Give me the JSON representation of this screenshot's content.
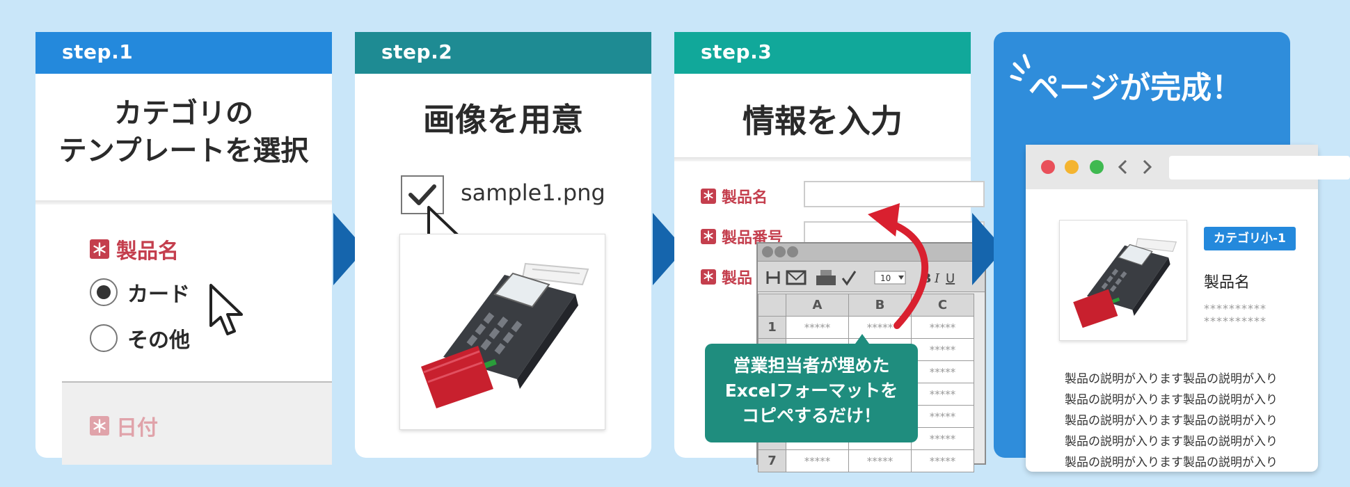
{
  "step1": {
    "header": "step.1",
    "title_line1": "カテゴリの",
    "title_line2": "テンプレートを選択",
    "required_mark": "＊",
    "field_label": "製品名",
    "radio_options": [
      "カード",
      "その他"
    ],
    "selected_option": "カード",
    "next_field_label": "日付"
  },
  "step2": {
    "header": "step.2",
    "title": "画像を用意",
    "file_name": "sample1.png"
  },
  "step3": {
    "header": "step.3",
    "title": "情報を入力",
    "required_mark": "＊",
    "fields": [
      "製品名",
      "製品番号",
      "製品"
    ],
    "excel": {
      "font_size_value": "10",
      "columns": [
        "A",
        "B",
        "C"
      ],
      "row_numbers": [
        "1",
        "",
        "",
        "",
        "",
        "",
        "7"
      ],
      "cell_mask": "*****"
    },
    "bubble_line1": "営業担当者が埋めた",
    "bubble_line2": "Excelフォーマットを",
    "bubble_line3": "コピペするだけ！"
  },
  "step4": {
    "title": "ページが完成！",
    "category_badge": "カテゴリ小-1",
    "product_name": "製品名",
    "mask_line1": "**********",
    "mask_line2": "**********",
    "description_lines": [
      "製品の説明が入ります製品の説明が入り",
      "製品の説明が入ります製品の説明が入り",
      "製品の説明が入ります製品の説明が入り",
      "製品の説明が入ります製品の説明が入り",
      "製品の説明が入ります製品の説明が入り"
    ]
  },
  "colors": {
    "background": "#c9e6f9",
    "step1_header": "#2489dc",
    "step2_header": "#1e8b93",
    "step3_header": "#11a89a",
    "step4_panel": "#2f8ddb",
    "arrow": "#1565ad",
    "required": "#c43e4d",
    "bubble": "#1f8d7e",
    "annotation_arrow": "#d9202f"
  }
}
